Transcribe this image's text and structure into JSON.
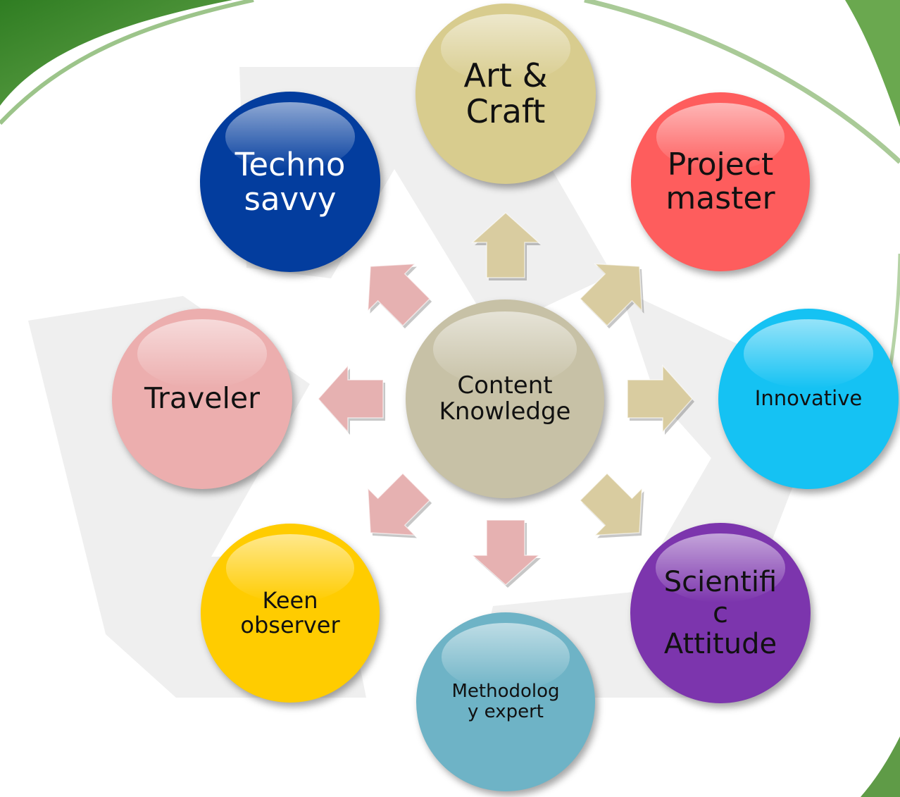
{
  "diagram": {
    "center": {
      "label": "Content\nKnowledge",
      "color": "#c7c1a6"
    },
    "nodes": [
      {
        "id": "art-craft",
        "label": "Art &\nCraft",
        "color": "#d8cc8e"
      },
      {
        "id": "project-master",
        "label": "Project\nmaster",
        "color": "#fe5d5d"
      },
      {
        "id": "innovative",
        "label": "Innovative",
        "color": "#15c2f3"
      },
      {
        "id": "scientific-attitude",
        "label": "Scientifi\nc\nAttitude",
        "color": "#7c35ad"
      },
      {
        "id": "methodology-expert",
        "label": "Methodolog\ny expert",
        "color": "#6eb3c6"
      },
      {
        "id": "keen-observer",
        "label": "Keen\nobserver",
        "color": "#ffcc00"
      },
      {
        "id": "traveler",
        "label": "Traveler",
        "color": "#ecaeae"
      },
      {
        "id": "techno-savvy",
        "label": "Techno\nsavvy",
        "color": "#033d9e"
      }
    ],
    "arrow_colors": {
      "tan": "#d9cca0",
      "pink": "#e6b1b1"
    }
  }
}
